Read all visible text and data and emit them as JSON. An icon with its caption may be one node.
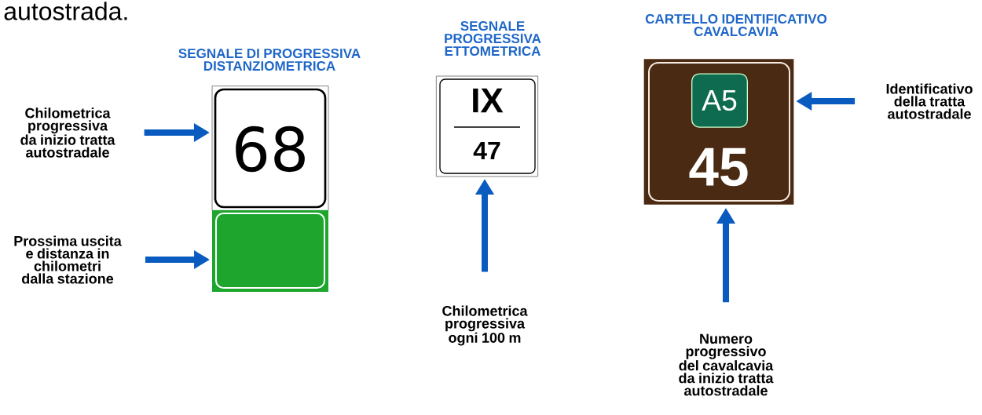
{
  "diagram": {
    "nodes": [
      {
        "text": [
          "68"
        ],
        "beside": [
          "SEGNALE DI PROGRESSIVA DISTANZIOMETRICA"
        ]
      },
      {
        "text": [],
        "shape": "box"
      },
      {
        "text": [
          "Chilometrica progressiva da inizio tratta autostradale"
        ]
      },
      {
        "text": [
          "Prossima uscita e distanza in chilometri dalla stazione"
        ]
      },
      {
        "text": [
          "IX",
          "47"
        ],
        "beside": [
          "SEGNALE PROGRESSIVA ETTOMETRICA"
        ]
      },
      {
        "text": [
          "Chilometrica progressiva ogni 100 m"
        ]
      },
      {
        "text": [
          "45"
        ],
        "beside": [
          "CARTELLO IDENTIFICATIVO CAVALCAVIA"
        ]
      },
      {
        "text": [
          "A5"
        ],
        "in": 6
      },
      {
        "text": [
          "Identificativo della tratta autostradale"
        ]
      },
      {
        "text": [
          "Numero progressivo del cavalcavia da inizio tratta autostradale"
        ]
      }
    ],
    "edges": [
      {
        "from": 2,
        "to": 0,
        "arrow": "to"
      },
      {
        "from": 3,
        "to": 1,
        "arrow": "to"
      },
      {
        "from": 5,
        "to": 4,
        "arrow": "to"
      },
      {
        "from": 8,
        "to": 6,
        "arrow": "to"
      },
      {
        "from": 9,
        "to": 6,
        "arrow": "to"
      }
    ],
    "labels": [
      "autostrada."
    ]
  }
}
